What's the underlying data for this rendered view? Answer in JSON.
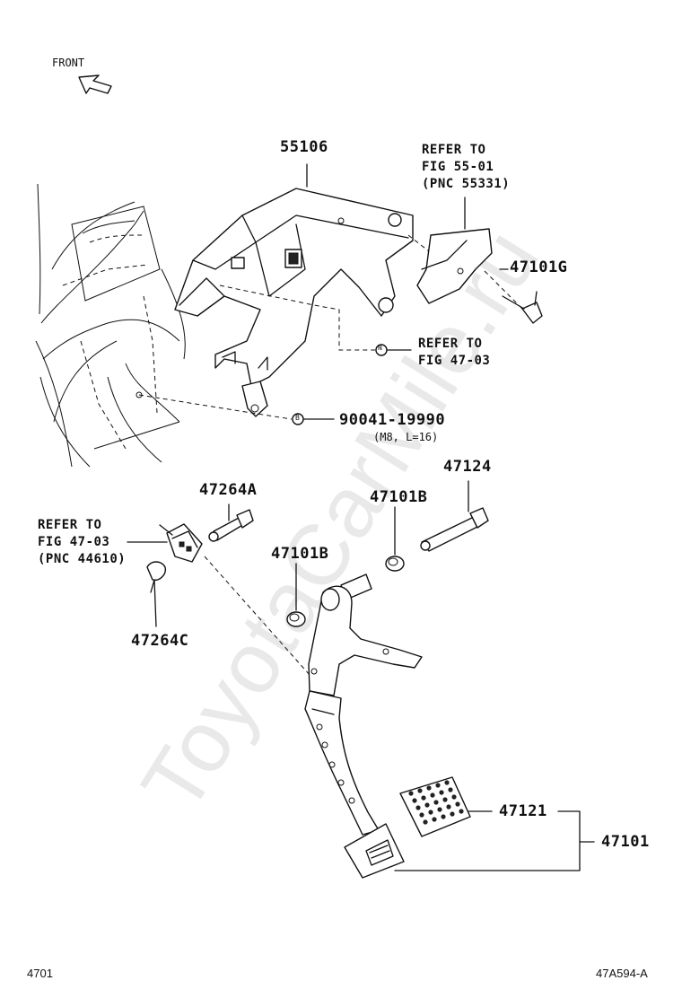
{
  "front_label": "FRONT",
  "watermark": "ToyotaCarMile.ru",
  "parts": {
    "p55106": "55106",
    "p47101G": "47101G",
    "p90041": "90041-19990",
    "p90041_spec": "(M8, L=16)",
    "p47124": "47124",
    "p47264A": "47264A",
    "p47101B_top": "47101B",
    "p47101B_left": "47101B",
    "p47264C": "47264C",
    "p47121": "47121",
    "p47101": "47101"
  },
  "refs": {
    "ref_55_01": [
      "REFER TO",
      "FIG 55-01",
      "(PNC 55331)"
    ],
    "ref_47_03_top": [
      "REFER TO",
      "FIG 47-03"
    ],
    "ref_47_03_left": [
      "REFER TO",
      "FIG 47-03",
      "(PNC 44610)"
    ]
  },
  "markers": {
    "n": "N",
    "b": "B"
  },
  "footer": {
    "left": "4701",
    "right": "47A594-A"
  }
}
